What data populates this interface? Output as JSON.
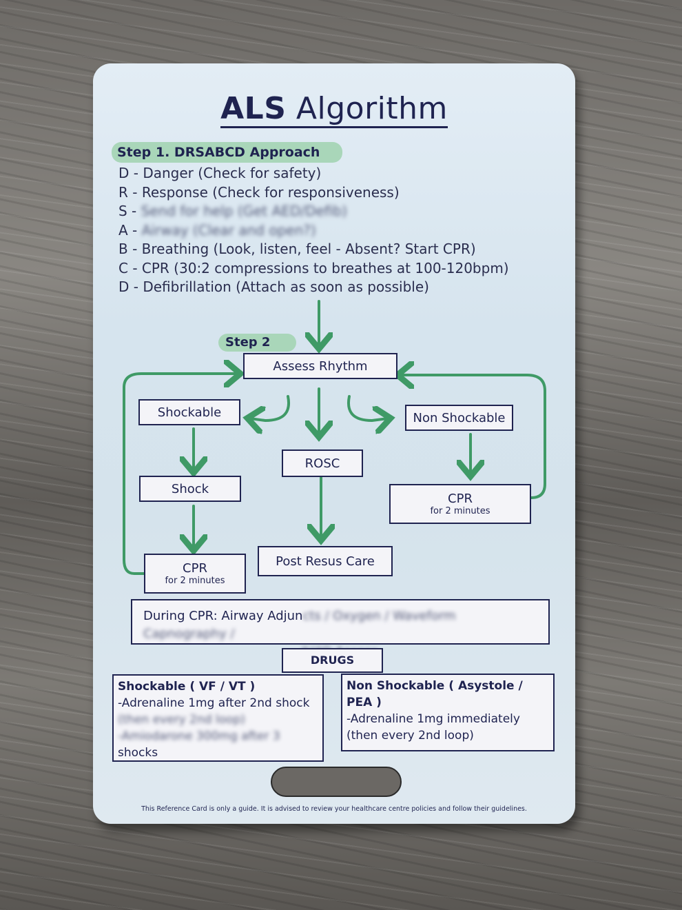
{
  "card": {
    "title_bold": "ALS",
    "title_rest": "Algorithm",
    "step1": {
      "label": "Step 1. DRSABCD Approach",
      "lines": [
        {
          "letter": "D",
          "text": "Danger (Check for safety)"
        },
        {
          "letter": "R",
          "text": "Response (Check for responsiveness)"
        },
        {
          "letter": "S",
          "text": "Send for help (Get AED/Defib)"
        },
        {
          "letter": "A",
          "text": "Airway (Clear and open?)"
        },
        {
          "letter": "B",
          "text": "Breathing (Look, listen, feel - Absent? Start CPR)"
        },
        {
          "letter": "C",
          "text": "CPR (30:2 compressions to breathes at 100-120bpm)"
        },
        {
          "letter": "D",
          "text": "Defibrillation (Attach as soon as possible)"
        }
      ]
    },
    "step2": {
      "label": "Step 2",
      "assess": "Assess Rhythm",
      "shockable": "Shockable",
      "non_shockable": "Non Shockable",
      "rosc": "ROSC",
      "shock": "Shock",
      "cpr_left": "CPR",
      "cpr_left_sub": "for 2 minutes",
      "cpr_right": "CPR",
      "cpr_right_sub": "for 2 minutes",
      "post_resus": "Post Resus Care"
    },
    "during_cpr": {
      "visible": "During CPR: Airway  Adjun",
      "blurred": "cts / Oxygen / Waveform Capnography /",
      "blurred_line2": "IV/IO Access"
    },
    "drugs": {
      "heading": "DRUGS",
      "shockable": {
        "title": "Shockable ( VF / VT )",
        "line1": "-Adrenaline 1mg  after 2nd shock",
        "line2": "(then every 2nd loop)",
        "line3": "-Amiodarone 300mg after 3",
        "line4": "shocks"
      },
      "non_shockable": {
        "title": "Non Shockable ( Asystole / PEA )",
        "line1": "-Adrenaline 1mg immediately",
        "line2": "(then every 2nd loop)"
      }
    },
    "footer": "This Reference Card is only a guide. It is advised to review your healthcare centre policies and follow their guidelines.",
    "colors": {
      "accent_green": "#3f9a66",
      "navy": "#1f2350",
      "pill_green": "#a9d6b9"
    }
  }
}
